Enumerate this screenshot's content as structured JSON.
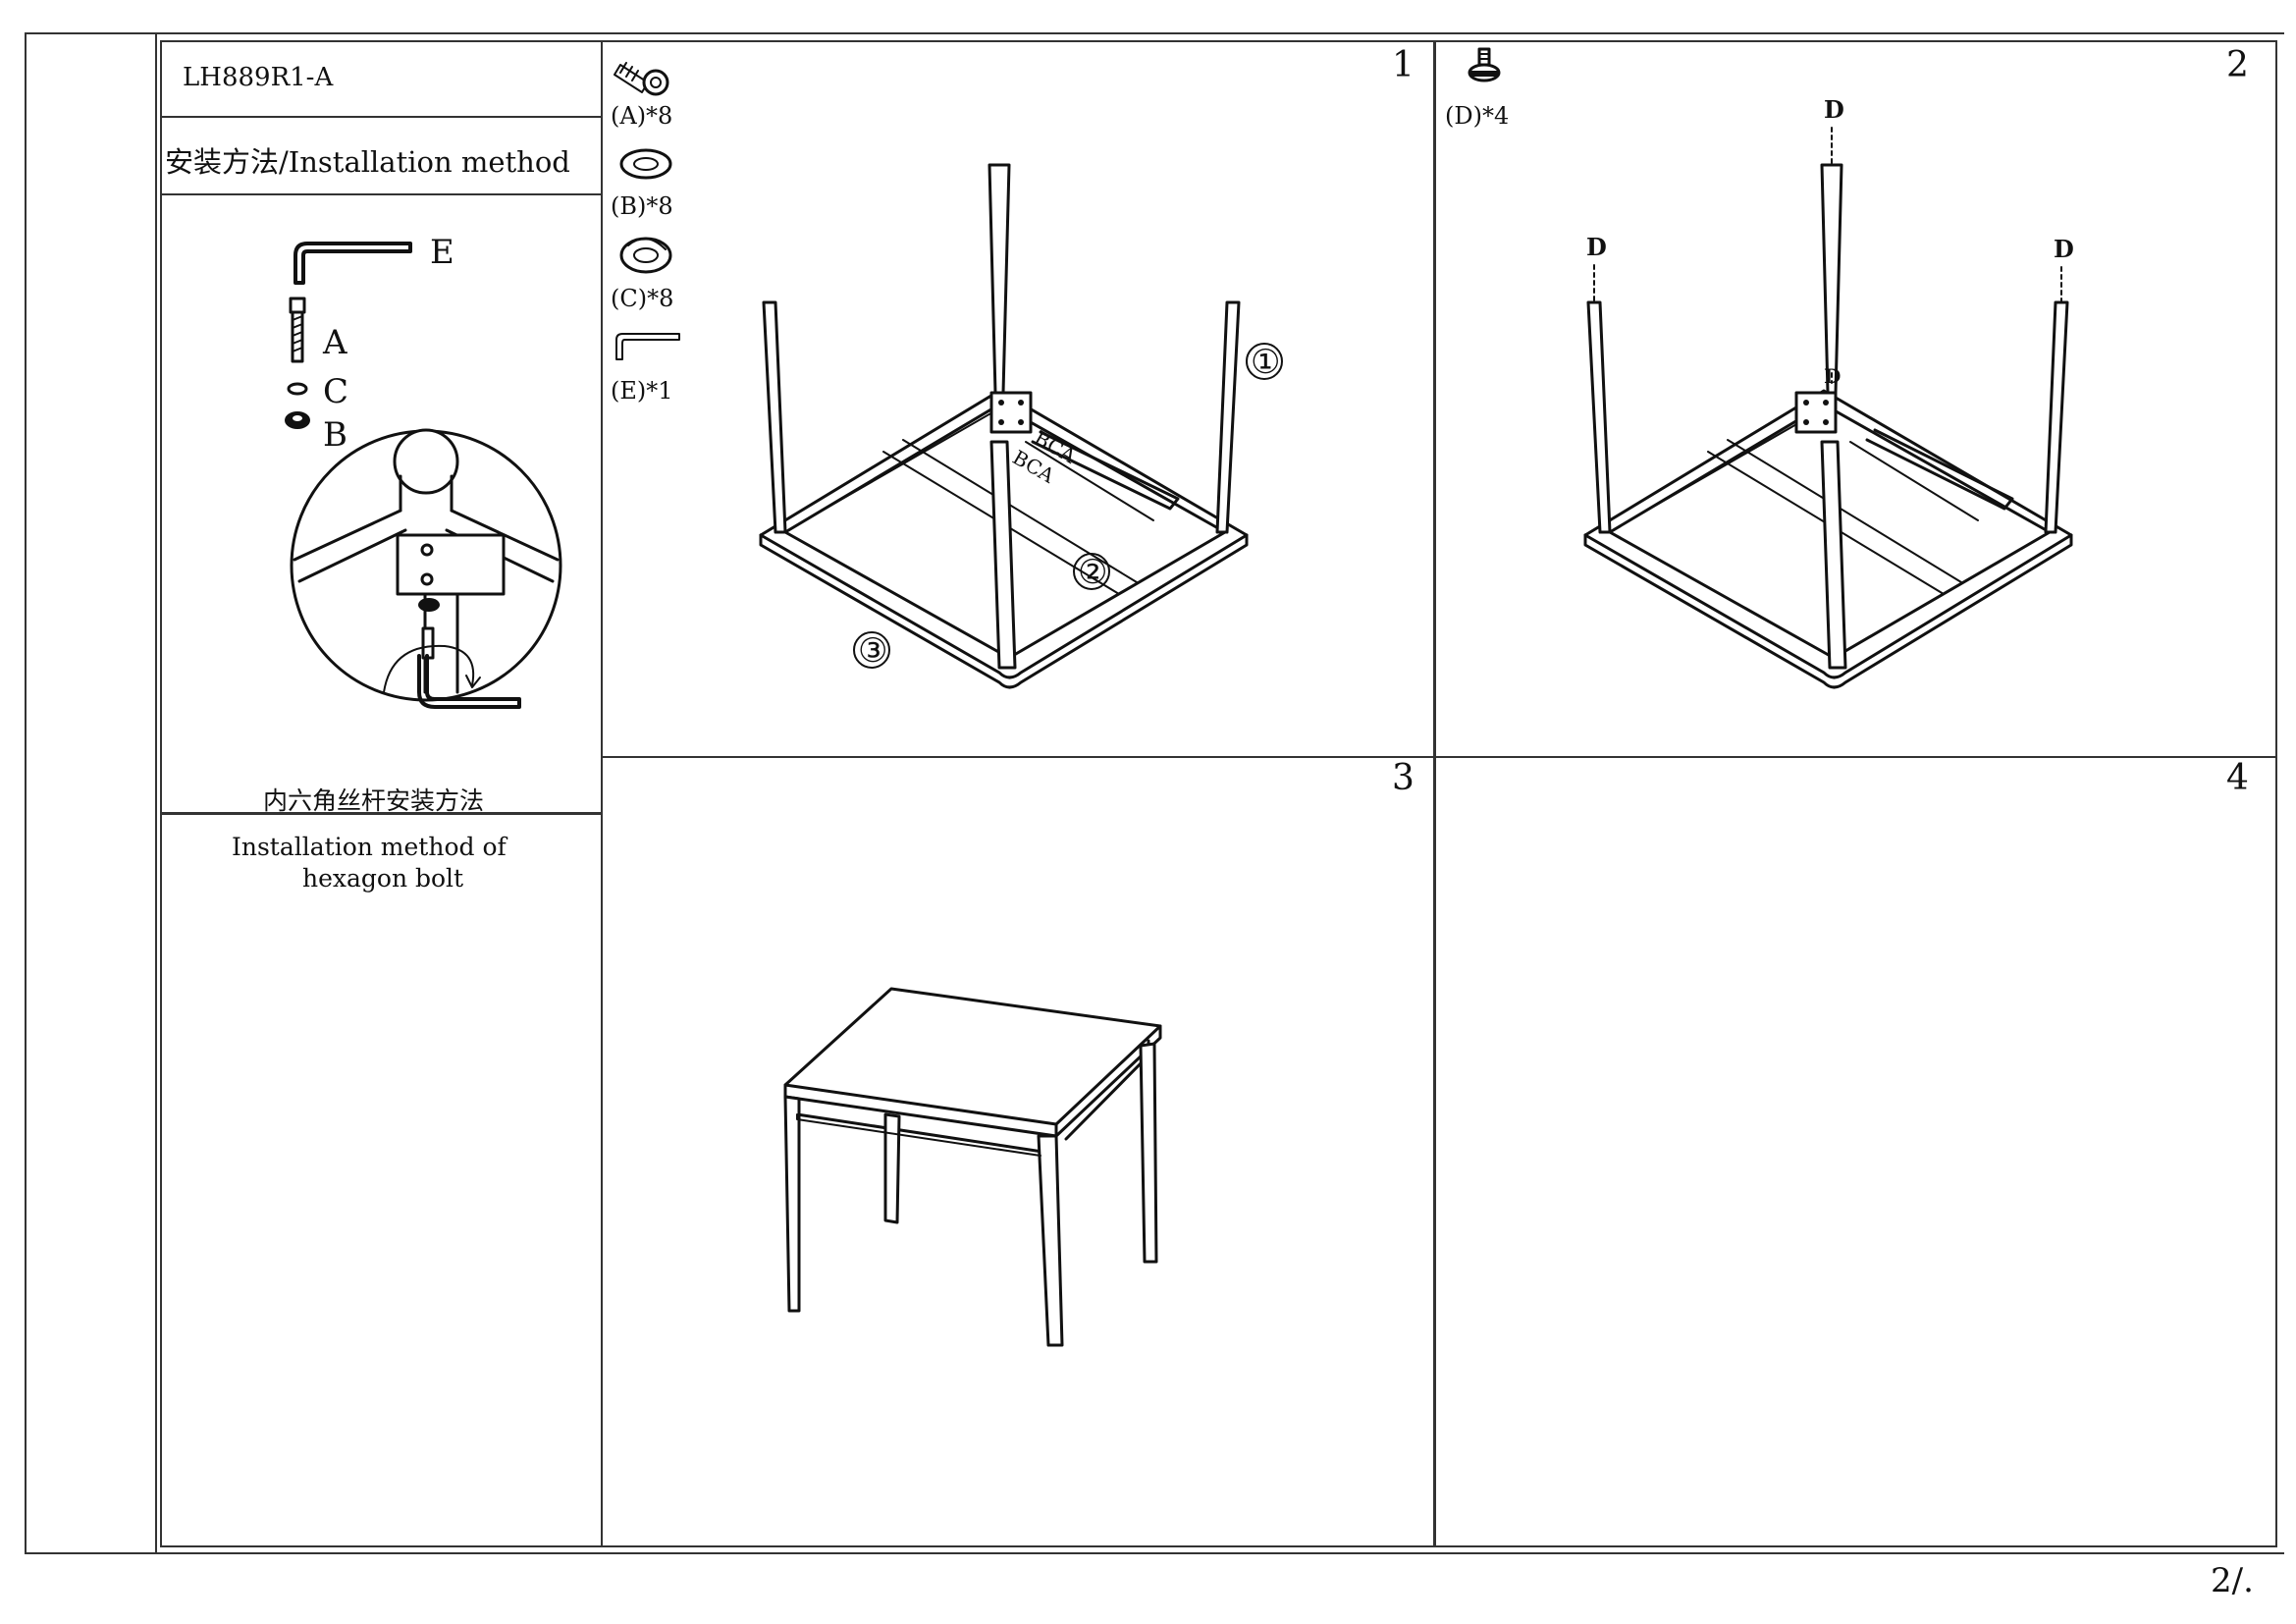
{
  "model": "LH889R1-A",
  "section_title": "安装方法/Installation method",
  "hex_bolt": {
    "labels": {
      "e": "E",
      "a": "A",
      "c": "C",
      "b": "B"
    },
    "caption_cn": "内六角丝杆安装方法",
    "caption_en_line1": "Installation method of",
    "caption_en_line2": "hexagon bolt"
  },
  "parts": [
    {
      "icon": "bolt-icon",
      "label": "(A)*8"
    },
    {
      "icon": "flat-washer-icon",
      "label": "(B)*8"
    },
    {
      "icon": "spring-washer-icon",
      "label": "(C)*8"
    },
    {
      "icon": "allen-key-icon",
      "label": "(E)*1"
    }
  ],
  "step2_parts": [
    {
      "icon": "glide-foot-icon",
      "label": "(D)*4"
    }
  ],
  "steps": [
    {
      "number": "1",
      "callouts": [
        "①",
        "②",
        "③"
      ],
      "corner_label_1": "BCA",
      "corner_label_2": "BCA"
    },
    {
      "number": "2",
      "foot_labels": [
        "D",
        "D",
        "D",
        "D"
      ]
    },
    {
      "number": "3"
    },
    {
      "number": "4"
    }
  ],
  "page_number": "2/."
}
